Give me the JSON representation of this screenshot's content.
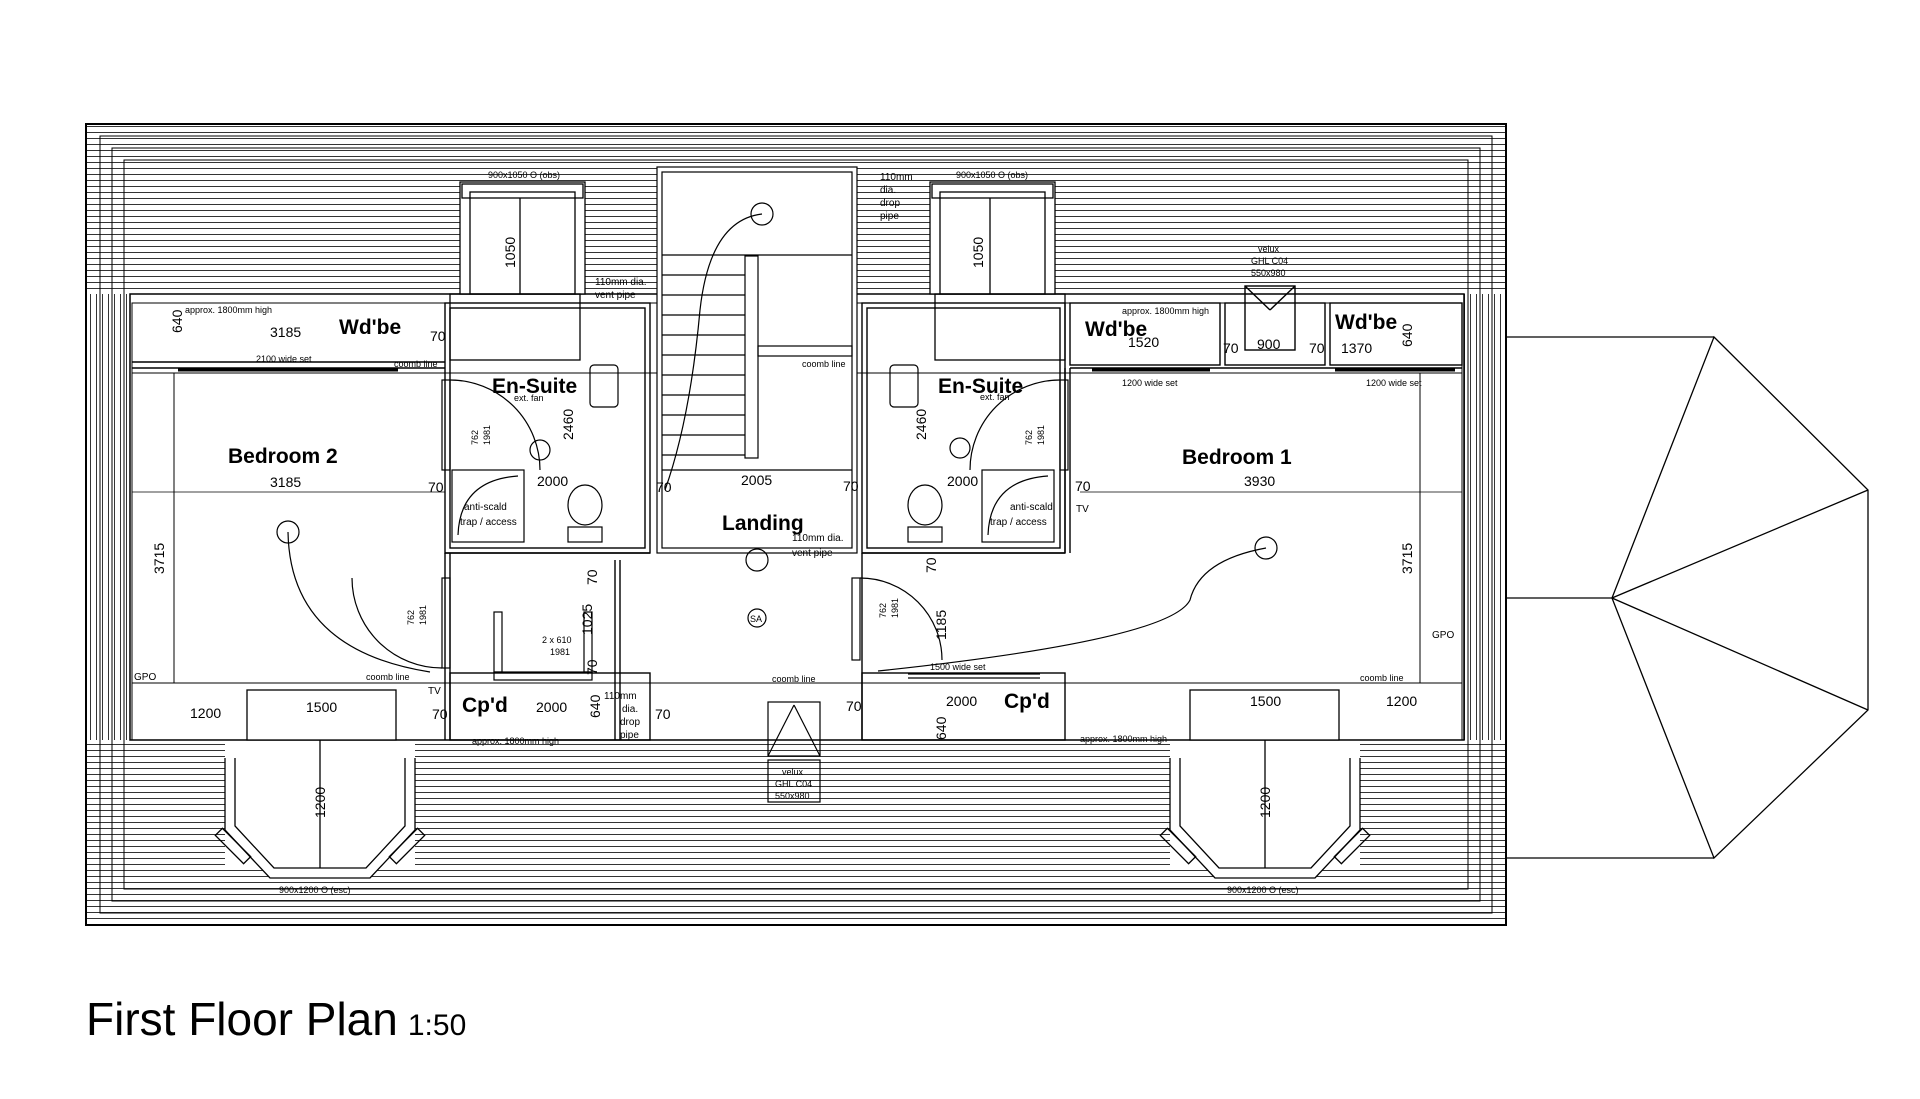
{
  "title": {
    "main": "First Floor Plan",
    "scale": "1:50"
  },
  "rooms": {
    "bedroom2": "Bedroom 2",
    "bedroom1": "Bedroom 1",
    "ensuite_left": "En-Suite",
    "ensuite_right": "En-Suite",
    "wardrobe_left": "Wd'be",
    "wardrobe_mid": "Wd'be",
    "wardrobe_right": "Wd'be",
    "landing": "Landing",
    "cupboard_left": "Cp'd",
    "cupboard_right": "Cp'd"
  },
  "dimensions": {
    "d640_a": "640",
    "d3185_a": "3185",
    "d70_a": "70",
    "d3185_b": "3185",
    "d70_b": "70",
    "d3715_a": "3715",
    "d1200_a": "1200",
    "d1500_a": "1500",
    "d2000_a": "2000",
    "d640_b": "640",
    "d70_c": "70",
    "d1050_a": "1050",
    "d2460_a": "2460",
    "d2000_b": "2000",
    "d70_d": "70",
    "d1025": "1025",
    "d70_e": "70",
    "d70_f": "70",
    "d2005": "2005",
    "d70_g": "70",
    "d70_h": "70",
    "d1050_b": "1050",
    "d2460_b": "2460",
    "d2000_c": "2000",
    "d70_i": "70",
    "d1185": "1185",
    "d2000_d": "2000",
    "d640_c": "640",
    "d70_j": "70",
    "d1520": "1520",
    "d70_k": "70",
    "d900": "900",
    "d70_l": "70",
    "d1370": "1370",
    "d640_d": "640",
    "d3930": "3930",
    "d3715_b": "3715",
    "d1500_b": "1500",
    "d1200_b": "1200",
    "d1200_c": "1200",
    "d1200_d": "1200",
    "d70_m": "70",
    "d70_n": "70"
  },
  "notes": {
    "approx_high_1": "approx. 1800mm high",
    "approx_high_2": "approx. 1800mm high",
    "approx_high_3": "approx. 1800mm high",
    "approx_high_4": "approx. 1800mm high",
    "wide_set_2100": "2100 wide set",
    "wide_set_1200a": "1200 wide set",
    "wide_set_1200b": "1200 wide set",
    "wide_set_1500": "1500 wide set",
    "coomb_1": "coomb line",
    "coomb_2": "coomb line",
    "coomb_3": "coomb line",
    "coomb_4": "coomb line",
    "coomb_5": "coomb line",
    "window_top_left": "900x1050 O (obs)",
    "window_top_right": "900x1050 O (obs)",
    "window_bay_left": "900x1200 O (esc)",
    "window_bay_right": "900x1200 O (esc)",
    "vent_pipe_1a": "110mm dia.",
    "vent_pipe_1b": "vent pipe",
    "vent_pipe_2a": "110mm dia.",
    "vent_pipe_2b": "vent pipe",
    "drop_pipe_1a": "110mm",
    "drop_pipe_1b": "dia.",
    "drop_pipe_1c": "drop",
    "drop_pipe_1d": "pipe",
    "drop_pipe_2a": "110mm",
    "drop_pipe_2b": "dia.",
    "drop_pipe_2c": "drop",
    "drop_pipe_2d": "pipe",
    "ext_fan_1": "ext. fan",
    "ext_fan_2": "ext. fan",
    "anti_scald_1a": "anti-scald",
    "anti_scald_1b": "trap / access",
    "anti_scald_2a": "anti-scald",
    "anti_scald_2b": "trap / access",
    "door_762_1a": "762",
    "door_762_1b": "1981",
    "door_762_2a": "762",
    "door_762_2b": "1981",
    "door_762_3a": "762",
    "door_762_3b": "1981",
    "door_762_4a": "762",
    "door_762_4b": "1981",
    "door_2x610_a": "2 x 610",
    "door_2x610_b": "1981",
    "velux_1a": "velux",
    "velux_1b": "GHL C04",
    "velux_1c": "550x980",
    "velux_2a": "velux",
    "velux_2b": "GHL C04",
    "velux_2c": "550x980",
    "gpo_1": "GPO",
    "gpo_2": "GPO",
    "tv_1": "TV",
    "tv_2": "TV",
    "sa": "SA"
  }
}
